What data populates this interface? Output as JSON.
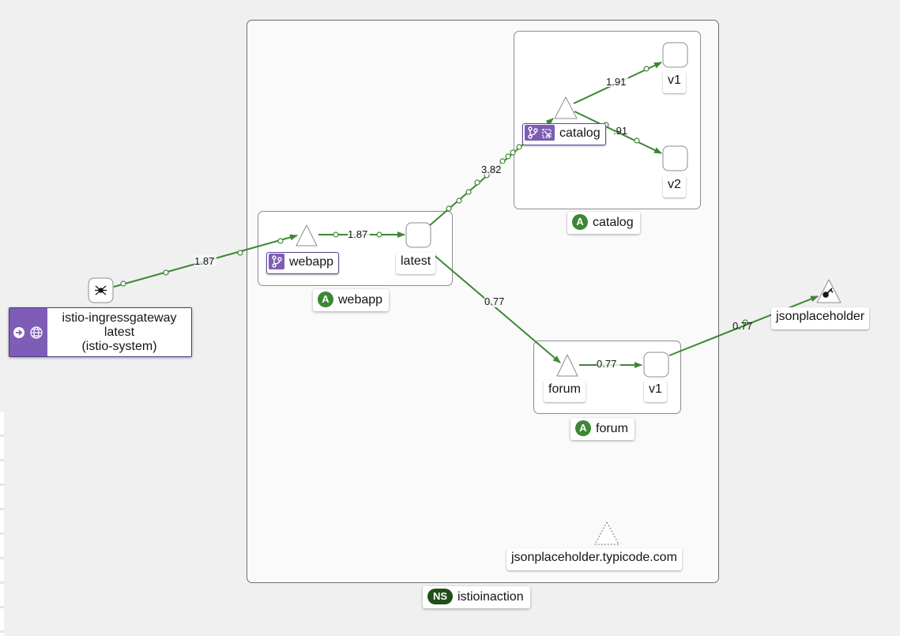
{
  "namespace": {
    "badge": "NS",
    "name": "istioinaction"
  },
  "apps": {
    "webapp": {
      "badge": "A",
      "name": "webapp"
    },
    "catalog": {
      "badge": "A",
      "name": "catalog"
    },
    "forum": {
      "badge": "A",
      "name": "forum"
    }
  },
  "nodes": {
    "ingress": {
      "line1": "istio-ingressgateway",
      "line2": "latest",
      "line3": "(istio-system)"
    },
    "webapp_service": {
      "label": "webapp"
    },
    "webapp_latest": {
      "label": "latest"
    },
    "catalog_service": {
      "label": "catalog"
    },
    "catalog_v1": {
      "label": "v1"
    },
    "catalog_v2": {
      "label": "v2"
    },
    "forum_service": {
      "label": "forum"
    },
    "forum_v1": {
      "label": "v1"
    },
    "jsonplaceholder": {
      "label": "jsonplaceholder"
    },
    "external_host": {
      "label": "jsonplaceholder.typicode.com"
    }
  },
  "edges": {
    "ingress_to_webapp": "1.87",
    "webapp_to_latest": "1.87",
    "latest_to_catalog": "3.82",
    "catalog_to_v1": "1.91",
    "catalog_to_v2": ".91",
    "latest_to_forum": "0.77",
    "forum_to_v1": "0.77",
    "forum_v1_to_jsonplaceholder": "0.77"
  },
  "colors": {
    "edge": "#3e8635",
    "workload_badge": "#7d5db5",
    "app_badge": "#3e8635",
    "ns_badge": "#1e4f18"
  }
}
